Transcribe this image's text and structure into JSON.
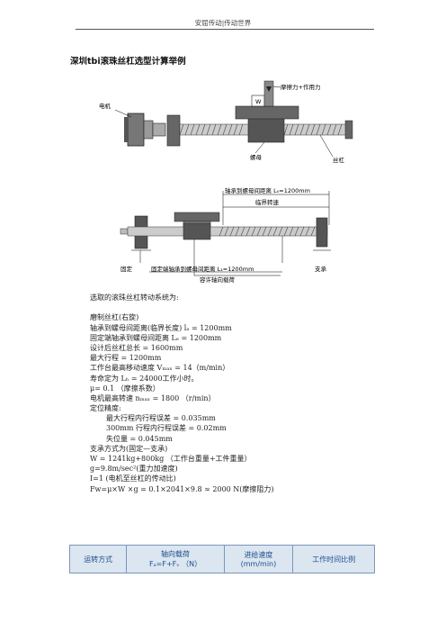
{
  "header": {
    "text": "安屈传动|传动世界"
  },
  "title": "深圳tbi滚珠丝杠选型计算举例",
  "figure1": {
    "labels": {
      "motor": "电机",
      "force": "摩擦力+作用力",
      "nut": "螺母",
      "screw": "丝杠",
      "w": "W"
    }
  },
  "figure2": {
    "labels": {
      "top_distance": "轴承到螺母间距离 L₀=1200mm",
      "critical_speed": "临界转速",
      "fixed": "固定",
      "support": "支承",
      "bottom_distance": "固定端轴承到螺母间距离 L₁=1200mm",
      "axial_load": "容许轴向载荷"
    }
  },
  "body_lines": [
    {
      "text": "选取的滚珠丝杠转动系统为:",
      "indent": false,
      "gap_after": true
    },
    {
      "text": "磨制丝杠(右旋)",
      "indent": false
    },
    {
      "text": "轴承到螺母间距离(临界长度) lₐ = 1200mm",
      "indent": false
    },
    {
      "text": "固定端轴承到螺母间距离 Lₑ = 1200mm",
      "indent": false
    },
    {
      "text": "设计后丝杠总长 = 1600mm",
      "indent": false
    },
    {
      "text": "最大行程 = 1200mm",
      "indent": false
    },
    {
      "text": "工作台最高移动速度 Vₘₐₓ = 14（m/min）",
      "indent": false
    },
    {
      "text": "寿命定为 Lₕ = 24000工作小时。",
      "indent": false
    },
    {
      "text": "μ= 0.1 （摩擦系数）",
      "indent": false
    },
    {
      "text": "电机最高转速 nₘₐₓ = 1800 （r/min）",
      "indent": false
    },
    {
      "text": "定位精度:",
      "indent": false
    },
    {
      "text": "最大行程内行程误差 = 0.035mm",
      "indent": true
    },
    {
      "text": "300mm 行程内行程误差 = 0.02mm",
      "indent": true
    },
    {
      "text": "失位量 = 0.045mm",
      "indent": true
    },
    {
      "text": "支承方式为(固定—支承)",
      "indent": false
    },
    {
      "text": "W = 1241kg+800kg （工作台重量+工件重量）",
      "indent": false
    },
    {
      "text": "g=9.8m/sec²(重力加速度)",
      "indent": false
    },
    {
      "text": "I=1 (电机至丝杠的传动比)",
      "indent": false
    },
    {
      "text": "Fw=μ×W ×g = 0.1×2041×9.8 ≈ 2000 N(摩擦阻力)",
      "indent": false
    }
  ],
  "table": {
    "headers": [
      {
        "line1": "运转方式",
        "line2": ""
      },
      {
        "line1": "轴向载荷",
        "line2": "Fₐ=F+Fᵥ （N）"
      },
      {
        "line1": "进给速度",
        "line2": "(mm/min)"
      },
      {
        "line1": "工作时间比例",
        "line2": ""
      }
    ]
  }
}
